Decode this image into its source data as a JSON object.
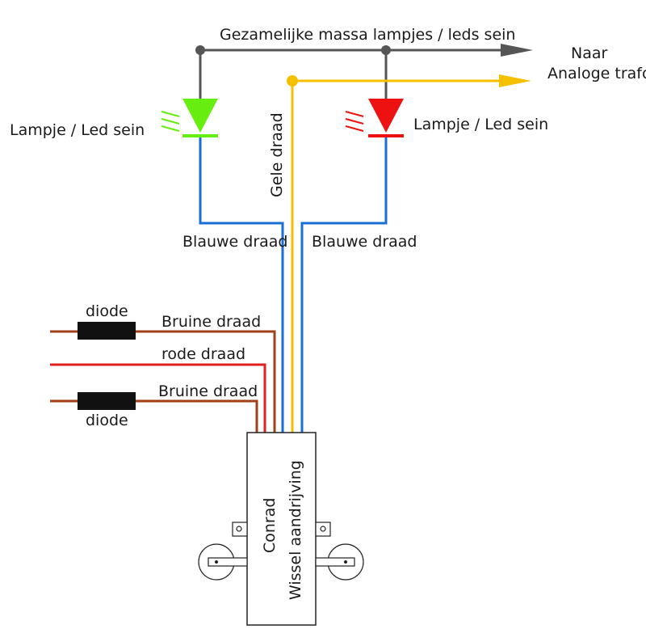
{
  "labels": {
    "common_ground": "Gezamelijke massa lampjes / leds sein",
    "to_line1": "Naar",
    "to_line2": "Analoge trafo",
    "lamp_left": "Lampje / Led sein",
    "lamp_right": "Lampje / Led sein",
    "yellow_wire": "Gele draad",
    "blue_wire_left": "Blauwe draad",
    "blue_wire_right": "Blauwe draad",
    "diode_top": "diode",
    "diode_bottom": "diode",
    "brown_wire_top": "Bruine draad",
    "red_wire": "rode draad",
    "brown_wire_bottom": "Bruine draad",
    "motor_line1": "Conrad",
    "motor_line2": "Wissel aandrijving"
  },
  "colors": {
    "ground_wire": "#555555",
    "yellow_wire": "#f5c000",
    "blue_wire": "#1a6fd6",
    "brown_wire": "#a0401a",
    "red_wire": "#e02020",
    "led_green": "#66ee11",
    "led_red": "#ee1111",
    "outline": "#222222"
  }
}
